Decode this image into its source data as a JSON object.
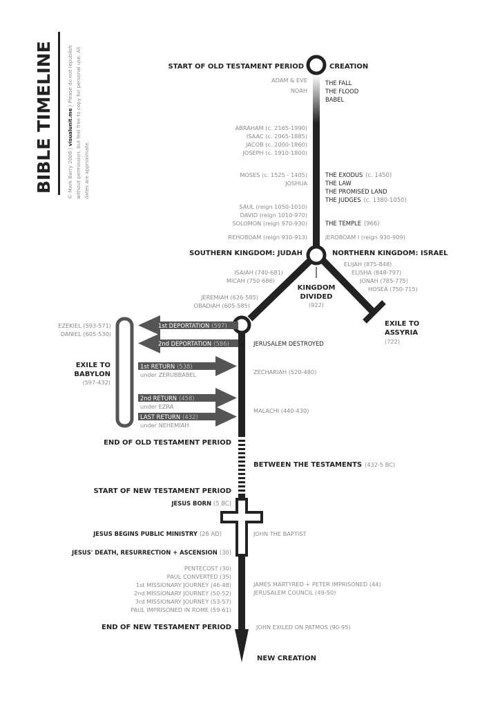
{
  "title": "BIBLE TIMELINE",
  "credits": {
    "line1_a": "© Mark Barry 2008  |  ",
    "line1_b": "visualunit.me",
    "line1_c": "  |  Please do not republish",
    "line2": "without permission, but feel free to copy for personal use. All",
    "line3": "dates are approximate."
  },
  "ot": {
    "start": "START OF OLD TESTAMENT PERIOD",
    "creation": "CREATION",
    "left": [
      "ADAM & EVE",
      "NOAH",
      "ABRAHAM (c. 2165-1990)",
      "ISAAC (c. 2065-1885)",
      "JACOB (c. 2000-1860)",
      "JOSEPH (c. 1910-1800)",
      "MOSES (c. 1525 - 1405)",
      "JOSHUA",
      "SAUL (reign 1050-1010)",
      "DAVID (reign 1010-970)",
      "SOLOMON (reign 970-930)",
      "REHOBOAM (reign 930-913)"
    ],
    "right": [
      "THE FALL",
      "THE FLOOD",
      "BABEL",
      "THE EXODUS",
      "(c. 1450)",
      "THE LAW",
      "THE PROMISED LAND",
      "THE JUDGES",
      "(c. 1380-1050)",
      "THE TEMPLE",
      "(966)",
      "JEROBOAM I (reign 930-909)"
    ]
  },
  "divided": {
    "judah": "SOUTHERN KINGDOM: JUDAH",
    "israel": "NORTHERN KINGDOM: ISRAEL",
    "kingdom": "KINGDOM",
    "divided": "DIVIDED",
    "date": "(922)",
    "israel_prophets": [
      "ELIJAH (875-848)",
      "ELISHA (848-797)",
      "JONAH (785-775)",
      "HOSEA (750-715)"
    ],
    "judah_prophets": [
      "ISAIAH (740-681)",
      "MICAH (750-686)",
      "JEREMIAH (626-585)",
      "OBADIAH (605-585)"
    ],
    "assyria_1": "EXILE TO",
    "assyria_2": "ASSYRIA",
    "assyria_date": "(722)"
  },
  "exile": {
    "babylon_1": "EXILE TO",
    "babylon_2": "BABYLON",
    "babylon_date": "(597-432)",
    "prophets": [
      "EZEKIEL (593-571)",
      "DANIEL (605-530)"
    ],
    "dep1": "1st DEPORTATION",
    "dep1_date": "(597)",
    "dep2": "2nd DEPORTATION",
    "dep2_date": "(586)",
    "jerusalem": "JERUSALEM DESTROYED",
    "ret1": "1st RETURN",
    "ret1_date": "(538)",
    "ret1_under": "under ZERUBBABEL",
    "ret2": "2nd RETURN",
    "ret2_date": "(458)",
    "ret2_under": "under EZRA",
    "ret3": "LAST RETURN",
    "ret3_date": "(432)",
    "ret3_under": "under NEHEMIAH",
    "zechariah": "ZECHARIAH (520-480)",
    "malachi": "MALACHI (440-430)",
    "end_ot": "END OF OLD TESTAMENT PERIOD"
  },
  "between": {
    "label": "BETWEEN THE TESTAMENTS",
    "date": "(432-5 BC)"
  },
  "nt": {
    "start": "START OF NEW TESTAMENT PERIOD",
    "born": "JESUS BORN",
    "born_date": "(5 BC)",
    "ministry": "JESUS BEGINS PUBLIC MINISTRY",
    "ministry_date": "(26 AD)",
    "baptist": "JOHN THE BAPTIST",
    "death": "JESUS' DEATH, RESURRECTION + ASCENSION",
    "death_date": "(30)",
    "left": [
      "PENTECOST (30)",
      "PAUL CONVERTED (35)",
      "1st MISSIONARY JOURNEY (46-48)",
      "2nd MISSIONARY JOURNEY (50-52)",
      "3rd MISSIONARY JOURNEY (53-57)",
      "PAUL IMPRISONED IN ROME (59-61)"
    ],
    "right": [
      "JAMES MARTYRED + PETER IMPRISONED (44)",
      "JERUSALEM COUNCIL (49-50)"
    ],
    "end": "END OF NEW TESTAMENT PERIOD",
    "patmos": "JOHN EXILED ON PATMOS (90-95)",
    "new_creation": "NEW CREATION"
  }
}
